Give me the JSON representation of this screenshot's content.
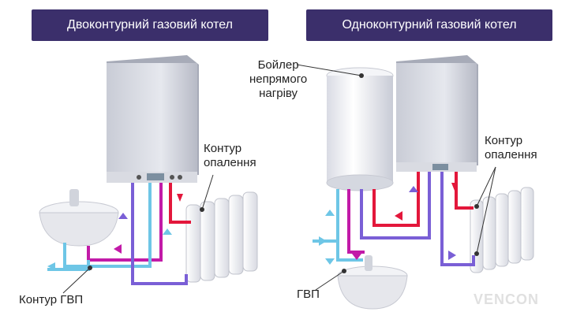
{
  "titles": {
    "left": "Двоконтурний газовий котел",
    "right": "Одноконтурний газовий котел"
  },
  "labels": {
    "heating_circuit_left_1": "Контур",
    "heating_circuit_left_2": "опалення",
    "dhw_circuit_left": "Контур ГВП",
    "boiler_1": "Бойлер",
    "boiler_2": "непрямого",
    "boiler_3": "нагріву",
    "heating_circuit_right_1": "Контур",
    "heating_circuit_right_2": "опалення",
    "dhw_right": "ГВП"
  },
  "brand": "VENCON",
  "colors": {
    "title_bg": "#3b2f6b",
    "hot_pipe": "#e3173b",
    "cold_pipe": "#6ec6e6",
    "return_pipe": "#7a5fd6",
    "dhw_hot_pipe": "#c21aa8"
  }
}
